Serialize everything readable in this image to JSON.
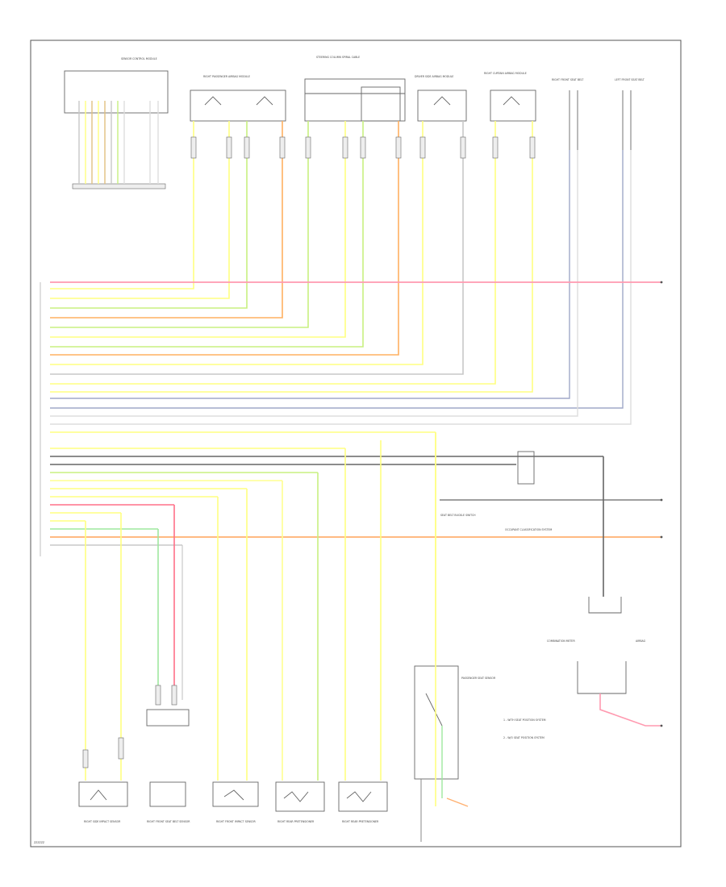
{
  "wire_colors": {
    "PNK": "#ff9ab0",
    "YEL": "#ffff80",
    "YEL_GRN": "#c8f080",
    "YEL_RED": "#ffb060",
    "YEL_BLK": "#ffff90",
    "BLK": "#666666",
    "BLU": "#a0a8c8",
    "GRY": "#c8c8c8",
    "WHT": "#dddddd",
    "ORG": "#ffb070",
    "GRN": "#9ee89e",
    "RED": "#ff7088",
    "TAN": "#e0c080"
  },
  "labels": {
    "page_tag": "ZZZZZZ",
    "top_modules": [
      "SENSOR CONTROL MODULE",
      "RIGHT PASSENGER AIRBAG MODULE",
      "STEERING COLUMN SPIRAL CABLE",
      "DRIVER SIDE AIRBAG MODULE",
      "RIGHT CURTAIN AIRBAG MODULE",
      "RIGHT FRONT SEAT BELT",
      "LEFT FRONT SEAT BELT"
    ],
    "bottom_modules": [
      "RIGHT SIDE IMPACT SENSOR",
      "RIGHT FRONT SEAT BELT SENSOR",
      "RIGHT FRONT IMPACT SENSOR",
      "RIGHT REAR PRETENSIONER",
      "RIGHT REAR PRETENSIONER"
    ],
    "right_components": [
      "PASSENGER SEAT SENSOR",
      "SEAT BELT BUCKLE SWITCH",
      "OCCUPANT CLASSIFICATION SYSTEM",
      "COMBINATION METER",
      "AIRBAG"
    ],
    "notes": [
      "1 - WITH SEAT POSITION SYSTEM",
      "2 - W/O SEAT POSITION SYSTEM"
    ]
  }
}
